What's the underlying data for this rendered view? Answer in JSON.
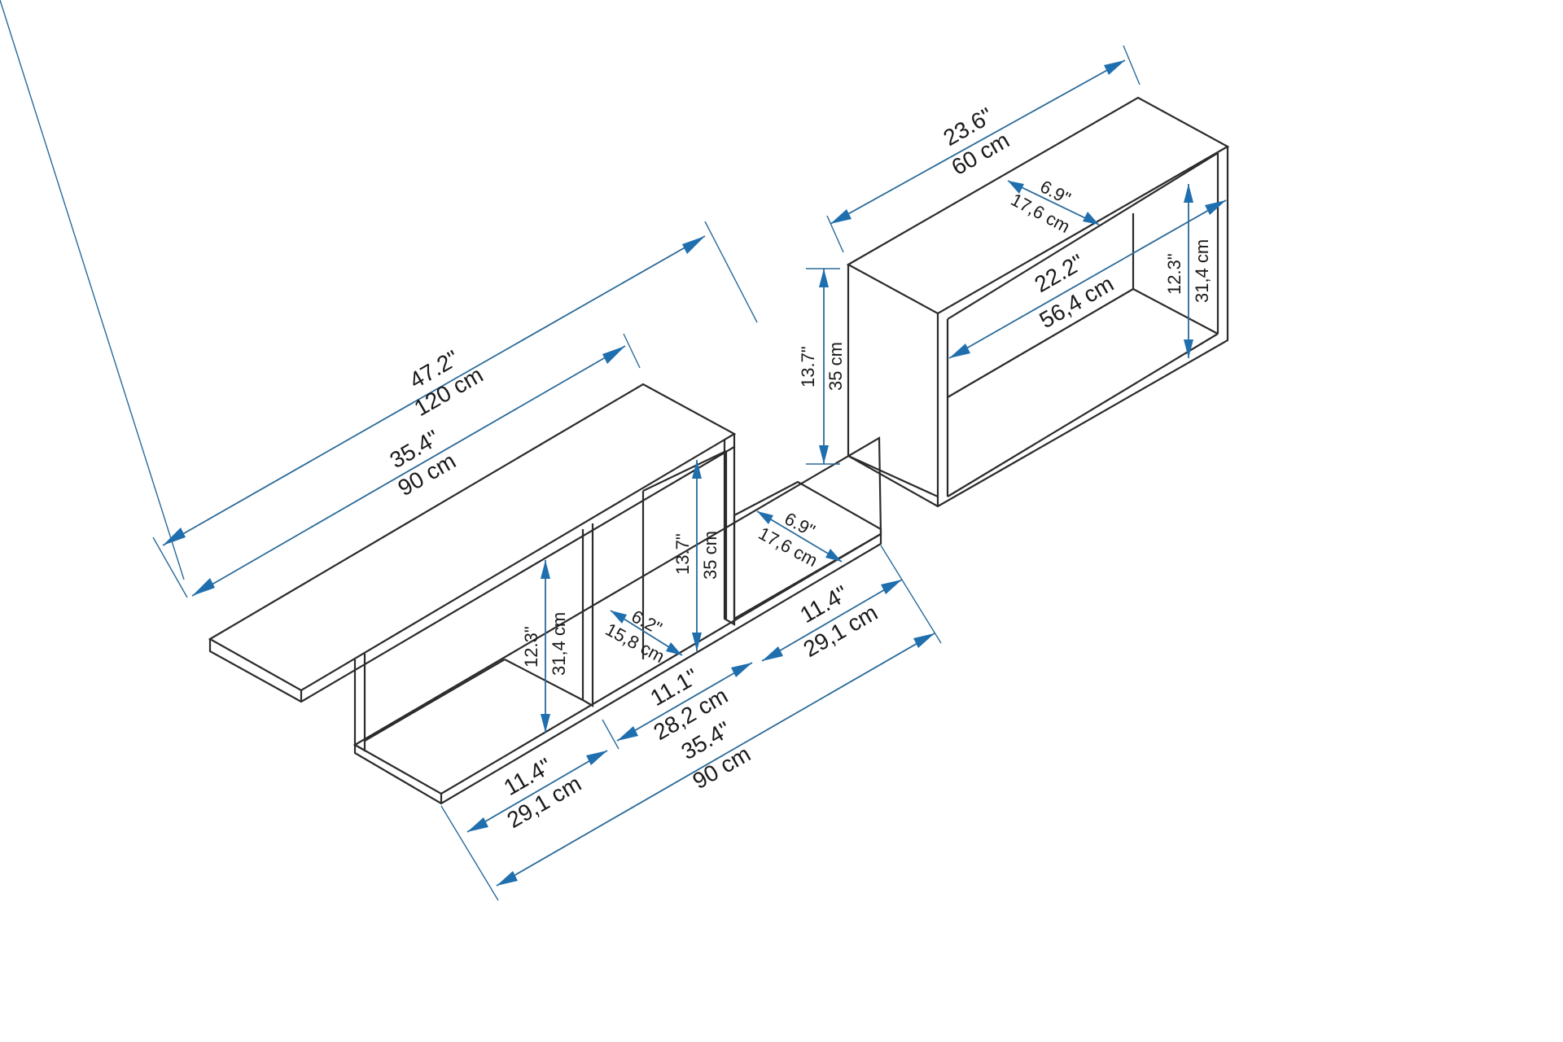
{
  "long_shelf": {
    "overall_width_in": "47.2\"",
    "overall_width_cm": "120 cm",
    "top_width_in": "35.4\"",
    "top_width_cm": "90 cm",
    "inner_height_in": "13.7\"",
    "inner_height_cm": "35 cm",
    "compartment_height_in": "12.3\"",
    "compartment_height_cm": "31,4 cm",
    "inner_depth_in": "6.2\"",
    "inner_depth_cm": "15,8 cm",
    "depth_in": "6.9\"",
    "depth_cm": "17,6 cm",
    "right_segment_in": "11.4\"",
    "right_segment_cm": "29,1 cm",
    "middle_segment_in": "11.1\"",
    "middle_segment_cm": "28,2 cm",
    "bottom_width_in": "35.4\"",
    "bottom_width_cm": "90 cm",
    "left_segment_in": "11.4\"",
    "left_segment_cm": "29,1 cm"
  },
  "box_shelf": {
    "width_in": "23.6\"",
    "width_cm": "60 cm",
    "depth_in": "6.9\"",
    "depth_cm": "17,6 cm",
    "inner_width_in": "22.2\"",
    "inner_width_cm": "56,4 cm",
    "height_in": "13.7\"",
    "height_cm": "35 cm",
    "inner_height_in": "12.3\"",
    "inner_height_cm": "31,4 cm"
  }
}
